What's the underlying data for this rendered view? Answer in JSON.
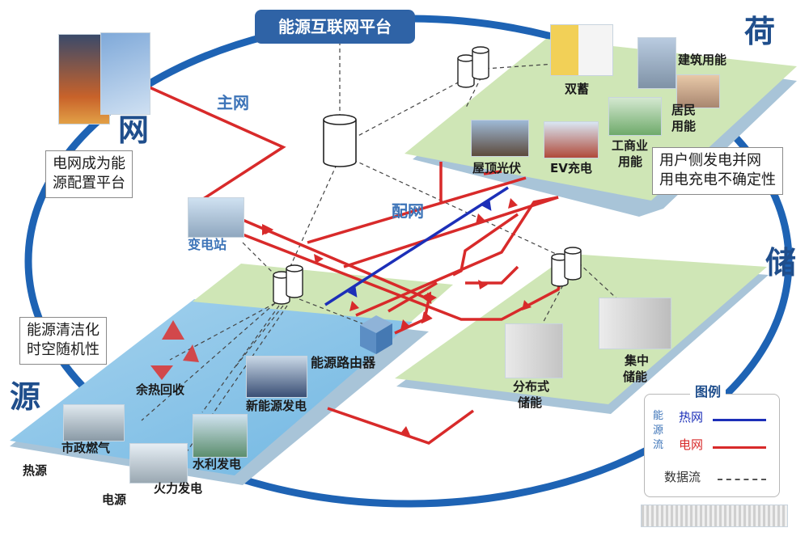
{
  "platform": {
    "title": "能源互联网平台"
  },
  "regions": {
    "grid": {
      "title": "网",
      "note_line1": "电网成为能",
      "note_line2": "源配置平台"
    },
    "load": {
      "title": "荷",
      "note_line1": "用户侧发电并网",
      "note_line2": "用电充电不确定性"
    },
    "storage": {
      "title": "储"
    },
    "source": {
      "title": "源",
      "note_line1": "能源清洁化",
      "note_line2": "时空随机性"
    }
  },
  "network": {
    "main_grid": "主网",
    "distribution_grid": "配网",
    "substation": "变电站",
    "router": "能源路由器"
  },
  "load_items": {
    "dual_storage": "双蓄",
    "building": "建筑用能",
    "residential_l1": "居民",
    "residential_l2": "用能",
    "industrial_l1": "工商业",
    "industrial_l2": "用能",
    "rooftop_pv": "屋顶光伏",
    "ev_charging": "EV充电"
  },
  "storage_items": {
    "distributed_l1": "分布式",
    "distributed_l2": "储能",
    "centralized_l1": "集中",
    "centralized_l2": "储能"
  },
  "source_items": {
    "waste_heat": "余热回收",
    "new_energy": "新能源发电",
    "municipal_gas": "市政燃气",
    "hydro": "水利发电",
    "thermal": "火力发电",
    "heat_source": "热源",
    "power_source": "电源"
  },
  "legend": {
    "title": "图例",
    "side_c1": "能",
    "side_c2": "源",
    "side_c3": "流",
    "heat_network": "热网",
    "power_network": "电网",
    "data_flow": "数据流",
    "colors": {
      "heat": "#1c2fb8",
      "power": "#d82a2a",
      "data": "#555555"
    }
  },
  "colors": {
    "ellipse": "#1e63b4",
    "plane_green": "#cfe6b6",
    "plane_edge": "#a8c4d8",
    "title_box": "#2f63a6"
  }
}
